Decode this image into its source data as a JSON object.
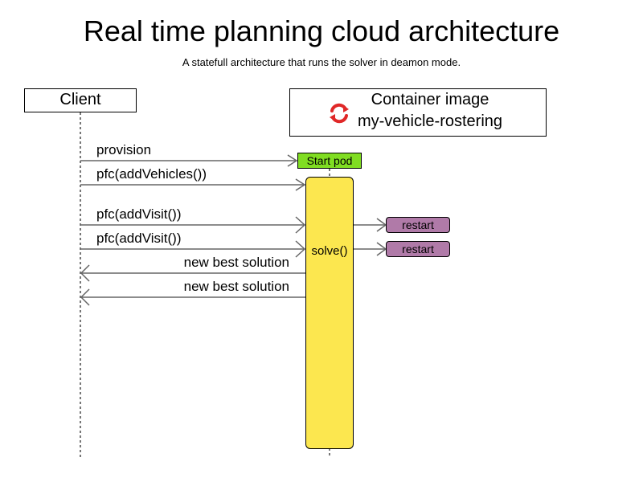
{
  "diagram": {
    "title": "Real time planning cloud architecture",
    "subtitle": "A statefull architecture that runs the solver in deamon mode.",
    "participants": {
      "client": {
        "label": "Client"
      },
      "container": {
        "line1": "Container image",
        "line2": "my-vehicle-rostering",
        "icon": "openshift-refresh-icon"
      }
    },
    "start_pod": {
      "label": "Start pod",
      "color": "#80dd22"
    },
    "activation": {
      "label": "solve()",
      "color": "#fce74f"
    },
    "messages": [
      {
        "label": "provision",
        "direction": "client-to-container"
      },
      {
        "label": "pfc(addVehicles())",
        "direction": "client-to-container"
      },
      {
        "label": "pfc(addVisit())",
        "direction": "client-to-container"
      },
      {
        "label": "pfc(addVisit())",
        "direction": "client-to-container"
      },
      {
        "label": "new best solution",
        "direction": "container-to-client"
      },
      {
        "label": "new best solution",
        "direction": "container-to-client"
      }
    ],
    "restarts": [
      {
        "label": "restart",
        "color": "#b07aa8"
      },
      {
        "label": "restart",
        "color": "#b07aa8"
      }
    ]
  }
}
